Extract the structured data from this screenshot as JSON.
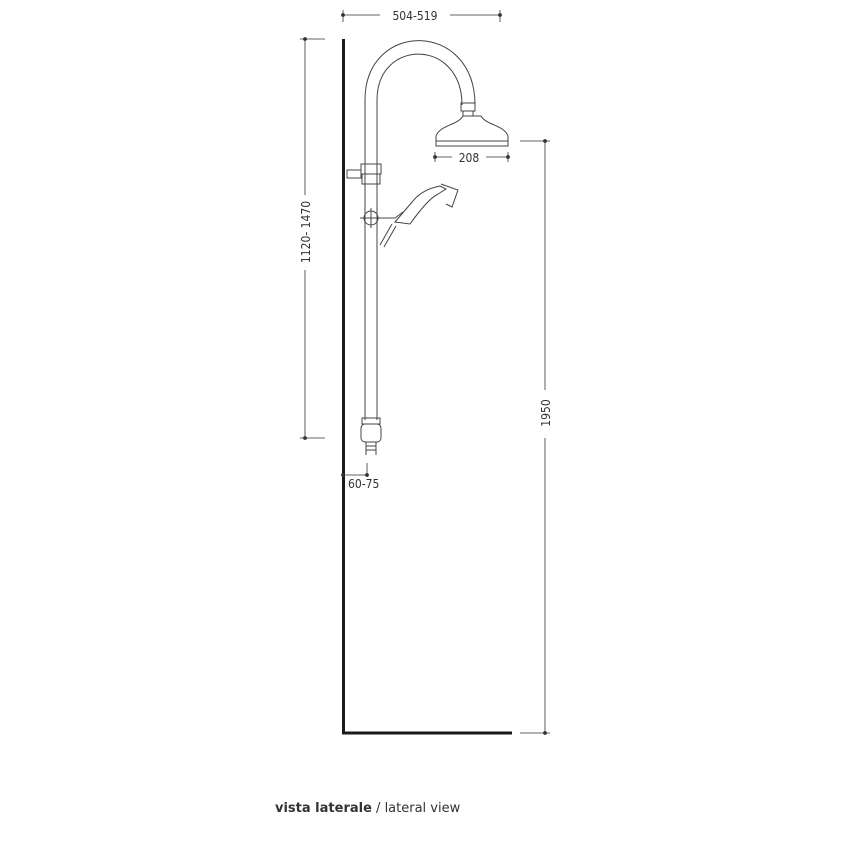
{
  "dimensions": {
    "arm_projection": "504-519",
    "head_diameter": "208",
    "valve_height": "1120- 1470",
    "total_height": "1950",
    "wall_offset": "60-75"
  },
  "caption": {
    "italian": "vista laterale",
    "separator": " / ",
    "english": "lateral view"
  },
  "colors": {
    "line": "#333333",
    "wall": "#1a1a1a"
  }
}
